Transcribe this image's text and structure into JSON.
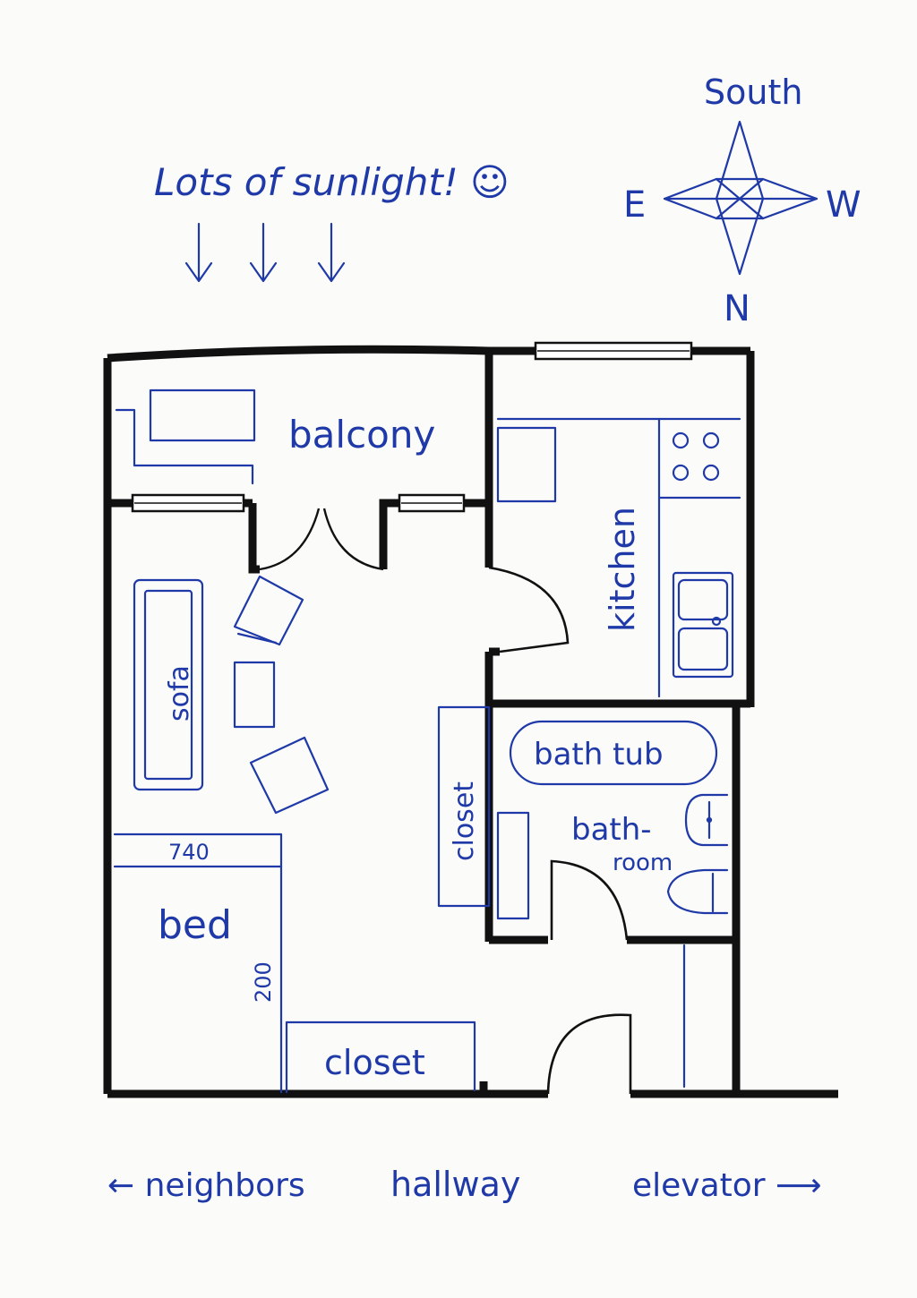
{
  "annotations": {
    "sunlight_note": "Lots of sunlight! ☺",
    "neighbors": "← neighbors",
    "hallway": "hallway",
    "elevator": "elevator ⟶"
  },
  "compass": {
    "top": "South",
    "left": "E",
    "right": "W",
    "bottom": "N"
  },
  "rooms": {
    "balcony": "balcony",
    "kitchen": "kitchen",
    "bathroom_line1": "bath-",
    "bathroom_line2": "room"
  },
  "furniture": {
    "sofa": "sofa",
    "bed": "bed",
    "bath_tub": "bath tub",
    "closet_vertical": "closet",
    "closet_bottom": "closet"
  },
  "dimensions": {
    "bed_width": "740",
    "bed_length": "200"
  },
  "colors": {
    "ink": "#1f3aa8",
    "walls": "#111111",
    "paper": "#fbfbf9"
  }
}
